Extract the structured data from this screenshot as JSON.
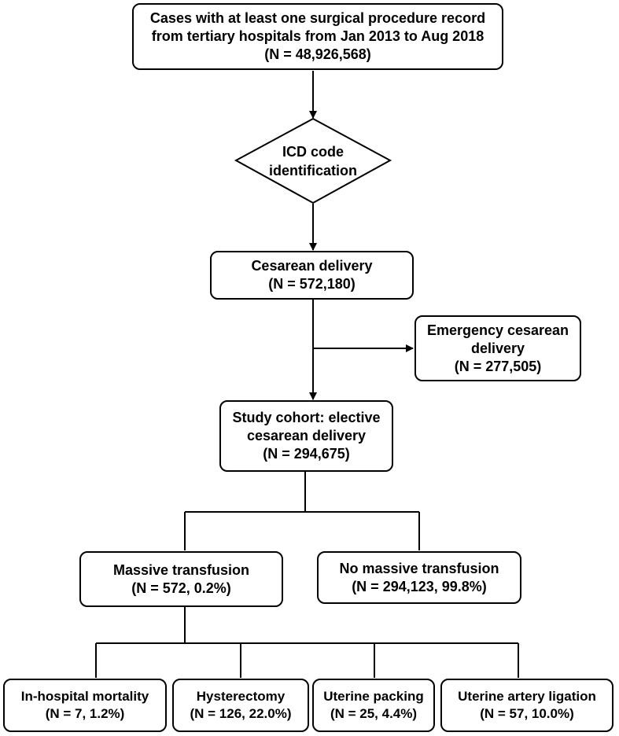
{
  "colors": {
    "stroke": "#000000",
    "fill": "#ffffff",
    "text": "#000000"
  },
  "source": {
    "line1": "Cases with at least one surgical procedure record",
    "line2": "from tertiary hospitals from Jan 2013 to Aug 2018",
    "line3": "(N = 48,926,568)"
  },
  "decision": {
    "line1": "ICD  code",
    "line2": "identification"
  },
  "cesarean": {
    "line1": "Cesarean delivery",
    "line2": "(N = 572,180)"
  },
  "emergency": {
    "line1": "Emergency cesarean",
    "line2": "delivery",
    "line3": "(N = 277,505)"
  },
  "cohort": {
    "line1": "Study cohort: elective",
    "line2": "cesarean delivery",
    "line3": "(N = 294,675)"
  },
  "massive": {
    "line1": "Massive  transfusion",
    "line2": "(N = 572, 0.2%)"
  },
  "no_massive": {
    "line1": "No massive transfusion",
    "line2": "(N = 294,123, 99.8%)"
  },
  "outcomes": [
    {
      "label": "In-hospital mortality",
      "value": "(N = 7, 1.2%)"
    },
    {
      "label": "Hysterectomy",
      "value": "(N = 126, 22.0%)"
    },
    {
      "label": "Uterine packing",
      "value": "(N = 25, 4.4%)"
    },
    {
      "label": "Uterine artery ligation",
      "value": "(N = 57, 10.0%)"
    }
  ]
}
